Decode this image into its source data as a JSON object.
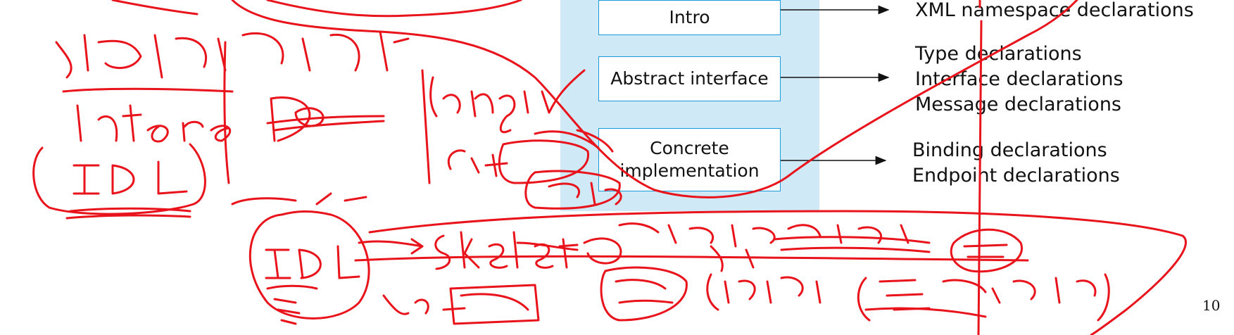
{
  "diagram": {
    "boxes": {
      "intro": "Intro",
      "abstract": "Abstract interface",
      "concrete_line1": "Concrete",
      "concrete_line2": "implementation"
    },
    "declarations": {
      "intro": [
        "XML namespace declarations"
      ],
      "abstract": [
        "Type declarations",
        "Interface declarations",
        "Message declarations"
      ],
      "concrete": [
        "Binding declarations",
        "Endpoint declarations"
      ]
    }
  },
  "page_number": "10",
  "colors": {
    "panel": "#cfe9f7",
    "box_border": "#1a9ad6",
    "ink": "#e8131b"
  }
}
